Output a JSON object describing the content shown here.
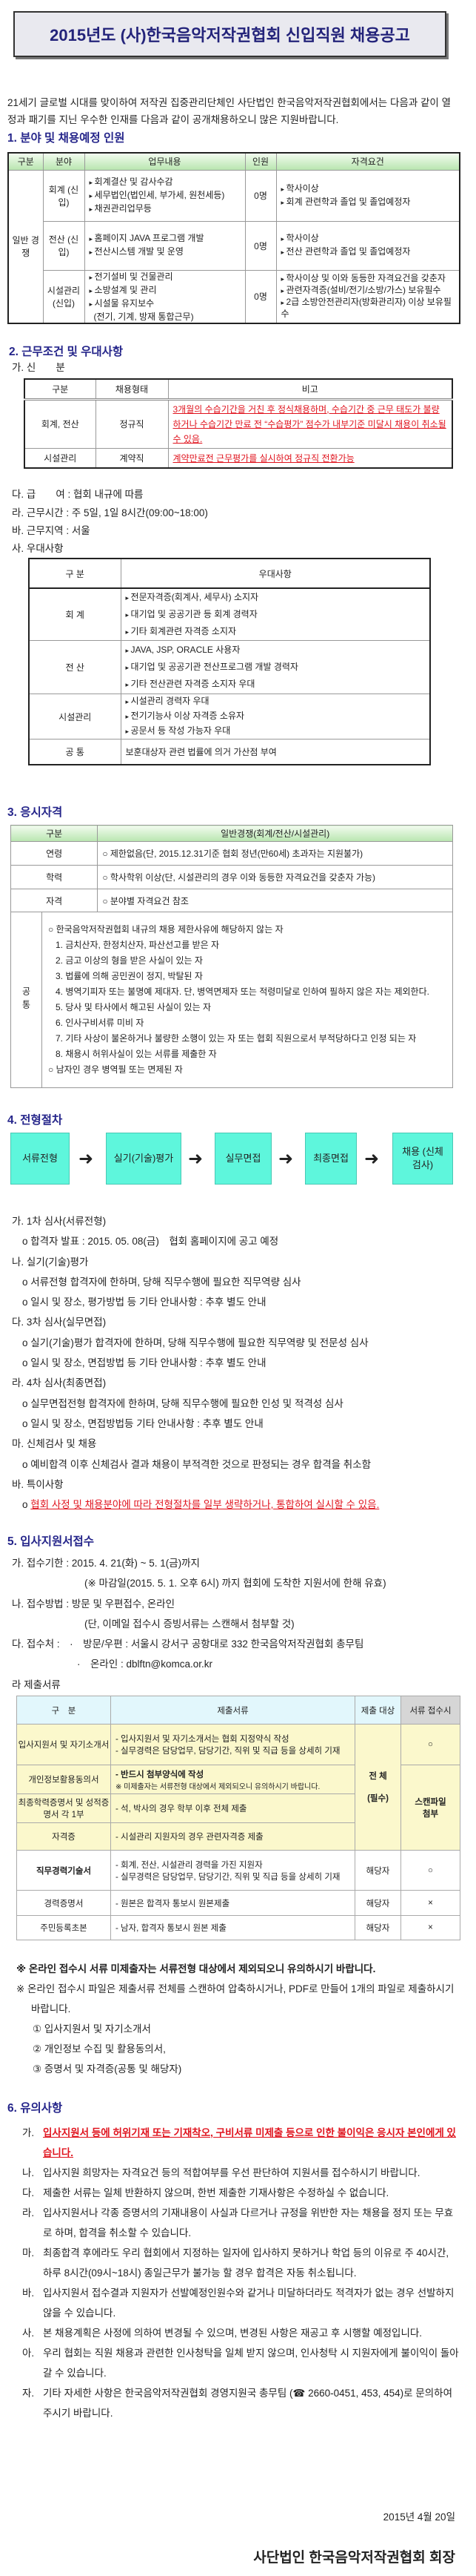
{
  "title": "2015년도 (사)한국음악저작권협회 신입직원 채용공고",
  "intro": "21세기 글로벌 시대를 맞이하여 저작권 집중관리단체인 사단법인 한국음악저작권협회에서는 다음과 같이 열정과 패기를 지닌 우수한 인재를 다음과 같이 공개채용하오니 많은 지원바랍니다.",
  "s1": {
    "heading": "1. 분야 및 채용예정 인원",
    "headers": [
      "구분",
      "분야",
      "업무내용",
      "인원",
      "자격요건"
    ],
    "group": "일반 경쟁",
    "rows": [
      {
        "field": "회계 (신입)",
        "duties": [
          "회계결산 및 감사수감",
          "세무법인(법인세, 부가세, 원천세등)",
          "채권관리업무등"
        ],
        "count": "0명",
        "req": [
          "학사이상",
          "회계 관련학과 졸업 및 졸업예정자"
        ]
      },
      {
        "field": "전산 (신입)",
        "duties": [
          "홈페이지 JAVA 프로그램 개발",
          "전산시스템 개발 및 운영"
        ],
        "count": "0명",
        "req": [
          "학사이상",
          "전산 관련학과 졸업 및 졸업예정자"
        ]
      },
      {
        "field": "시설관리 (신입)",
        "duties": [
          "전기설비 및 건물관리",
          "소방설계 및 관리",
          "시설물 유지보수"
        ],
        "duty_note": "(전기, 기계, 방재 통합근무)",
        "count": "0명",
        "req": [
          "학사이상 및 이와 동등한 자격요건을 갖춘자",
          "관련자격증(설비/전기/소방/가스) 보유필수",
          "2급 소방안전관리자(방화관리자) 이상 보유필수"
        ]
      }
    ]
  },
  "s2": {
    "heading": "2. 근무조건 및 우대사항",
    "a": "가. 신　　분",
    "headers": [
      "구분",
      "채용형태",
      "비고"
    ],
    "rows": [
      {
        "div": "회계, 전산",
        "type": "정규직",
        "note": "3개월의 수습기간을 거친 후 정식채용하며, 수습기간 중 근무 태도가 불량하거나 수습기간 만료 전 “수습평가” 점수가 내부기준 미달시 채용이 취소될 수 있음."
      },
      {
        "div": "시설관리",
        "type": "계약직",
        "note": "계약만료전 근무평가를 실시하여 정규직 전환가능"
      }
    ],
    "pay": "다. 급　　여 : 협회 내규에 따름",
    "hours": "라. 근무시간 : 주 5일, 1일 8시간(09:00~18:00)",
    "place": "바. 근무지역 : 서울",
    "pref_label": "사. 우대사항",
    "pref_headers": [
      "구 분",
      "우대사항"
    ],
    "pref": [
      {
        "div": "회 계",
        "items": [
          "전문자격증(회계사, 세무사) 소지자",
          "대기업 및 공공기관 등 회계 경력자",
          "기타 회계관련 자격증 소지자"
        ]
      },
      {
        "div": "전 산",
        "items": [
          "JAVA, JSP, ORACLE 사용자",
          "대기업 및 공공기관 전산프로그램 개발 경력자",
          "기타 전산관련 자격증 소지자 우대"
        ]
      },
      {
        "div": "시설관리",
        "items": [
          "시설관리 경력자 우대",
          "전기기능사 이상 자격증 소유자",
          "공문서 등 작성 가능자 우대"
        ]
      },
      {
        "div": "공 통",
        "text": "보훈대상자 관련 법률에 의거 가산점 부여"
      }
    ]
  },
  "s3": {
    "heading": "3. 응시자격",
    "headers": [
      "구분",
      "일반경쟁(회계/전산/시설관리)"
    ],
    "rows": [
      {
        "div": "연령",
        "text": "○ 제한없음(단, 2015.12.31기준 협회 정년(만60세) 초과자는 지원불가)"
      },
      {
        "div": "학력",
        "text": "○ 학사학위 이상(단, 시설관리의 경우 이와 동등한 자격요건을 갖춘자 가능)"
      },
      {
        "div": "자격",
        "text": "○ 분야별 자격요건 참조"
      }
    ],
    "common_label": "공통",
    "common_intro": "○ 한국음악저작권협회 내규의 채용 제한사유에 해당하지 않는 자",
    "common_items": [
      "1. 금치산자, 한정치산자, 파산선고를 받은 자",
      "2. 금고 이상의 형을 받은 사실이 있는 자",
      "3. 법률에 의해 공민권이 정지, 박탈된 자",
      "4. 병역기피자 또는 불명예 제대자. 단, 병역면제자 또는 적령미달로 인하여 필하지 않은 자는 제외한다.",
      "5. 당사 및 타사에서 해고된 사실이 있는 자",
      "6. 인사구비서류 미비 자",
      "7. 기타 사상이 불온하거나 불량한 소행이 있는 자 또는 협회 직원으로서 부적당하다고 인정 되는 자",
      "8. 채용시 허위사실이 있는 서류를 제출한 자"
    ],
    "common_last": "○ 남자인 경우 병역필 또는 면제된 자"
  },
  "s4": {
    "heading": "4. 전형절차",
    "steps": [
      "서류전형",
      "실기(기술)평가",
      "실무면접",
      "최종면접",
      "채용 (신체검사)"
    ],
    "lines": [
      {
        "t": "가. 1차 심사(서류전형)",
        "k": "h"
      },
      {
        "t": "o 합격자 발표 : 2015. 05. 08(금)　협회 홈페이지에 공고 예정",
        "k": "o"
      },
      {
        "t": "나. 실기(기술)평가",
        "k": "h"
      },
      {
        "t": "o 서류전형 합격자에 한하며, 당해 직무수행에 필요한 직무역량 심사",
        "k": "o"
      },
      {
        "t": "o 일시 및 장소, 평가방법 등 기타 안내사항 : 추후 별도 안내",
        "k": "o"
      },
      {
        "t": "다. 3차 심사(실무면접)",
        "k": "h"
      },
      {
        "t": "o 실기(기술)평가 합격자에 한하며, 당해 직무수행에 필요한 직무역량 및 전문성 심사",
        "k": "o"
      },
      {
        "t": "o 일시 및 장소, 면접방법 등 기타 안내사항 : 추후 별도 안내",
        "k": "o"
      },
      {
        "t": "라. 4차 심사(최종면접)",
        "k": "h"
      },
      {
        "t": "o 실무면접전형 합격자에 한하며, 당해 직무수행에 필요한 인성 및 적격성 심사",
        "k": "o"
      },
      {
        "t": "o 일시 및 장소, 면접방법등 기타 안내사항 : 추후 별도 안내",
        "k": "o"
      },
      {
        "t": "마. 신체검사 및 채용",
        "k": "h"
      },
      {
        "t": "o 예비합격 이후 신체검사 결과 채용이 부적격한 것으로 판정되는 경우 합격을 취소함",
        "k": "o"
      },
      {
        "t": "바. 특이사항",
        "k": "h"
      }
    ],
    "special": "협회 사정 및 채용분야에 따라 전형절차를 일부 생략하거나, 통합하여 실시할 수 있음.",
    "special_bullet": "o"
  },
  "s5": {
    "heading": "5. 입사지원서접수",
    "deadline": "가. 접수기한 : 2015. 4. 21(화) ~ 5. 1(금)까지",
    "deadline_note": "(※ 마감일(2015. 5. 1. 오후 6시) 까지 협회에 도착한 지원서에 한해 유효)",
    "method": "나. 접수방법 : 방문 및 우편접수, 온라인",
    "method_note": "(단, 이메일 접수시 증빙서류는 스캔해서 첨부할 것)",
    "place": "다. 접수처 :　·　방문/우편 : 서울시 강서구 공항대로 332 한국음악저작권협회 총무팀",
    "online": "·　온라인 : dblftn@komca.or.kr",
    "docs_label": "라 제출서류",
    "headers": [
      "구　분",
      "제출서류",
      "제출 대상",
      "서류 접수시"
    ],
    "target_all": "전 체 (필수)",
    "scan": "스캔파일 첨부",
    "rows": [
      {
        "div": "입사지원서 및 자기소개서",
        "lines": [
          "- 입사지원서 및 자기소개서는 협회 지정약식 작성",
          "- 실무경력은 담당업무, 담당기간, 직위 및 직급 등을 상세히 기재"
        ],
        "mark": "○"
      },
      {
        "div": "개인정보활용동의서",
        "lines": [
          "- 반드시 첨부양식에 작성",
          "※ 미제출자는 서류전형 대상에서 제외되오니 유의하시기 바랍니다."
        ]
      },
      {
        "div": "최종학력증명서 및 성적증명서 각 1부",
        "lines": [
          "- 석, 박사의 경우 학부 이후 전체 제출"
        ]
      },
      {
        "div": "자격증",
        "lines": [
          "- 시설관리 지원자의 경우 관련자격증 제출"
        ]
      },
      {
        "div": "직무경력기술서",
        "lines": [
          "- 회계, 전산, 시설관리 경력을 가진 지원자",
          "- 실무경력은 담당업무, 담당기간, 직위 및 직급 등을 상세히 기재"
        ],
        "target": "해당자",
        "mark": "○"
      },
      {
        "div": "경력증명서",
        "lines": [
          "- 원본은 합격자 통보시 원본제출"
        ],
        "target": "해당자",
        "mark": "×"
      },
      {
        "div": "주민등록초본",
        "lines": [
          "- 남자, 합격자 통보시 원본 제출"
        ],
        "target": "해당자",
        "mark": "×"
      }
    ],
    "note1": "※ 온라인 접수시 서류 미제출자는 서류전형 대상에서 제외되오니 유의하시기 바랍니다.",
    "note2": "※ 온라인 접수시 파일은 제출서류 전체를 스캔하여 압축하시거나, PDF로 만들어 1개의 파일로 제출하시기 바랍니다.",
    "files": [
      "① 입사지원서 및 자기소개서",
      "② 개인정보 수집 및 활용동의서,",
      "③ 증명서 및 자격증(공통 및 해당자)"
    ]
  },
  "s6": {
    "heading": "6. 유의사항",
    "items": [
      {
        "m": "가.",
        "t": "입사지원서 등에 허위기재 또는 기재착오, 구비서류 미제출 등으로 인한 불이익은 응시자 본인에게 있습니다.",
        "red": true
      },
      {
        "m": "나.",
        "t": "입사지원 희망자는 자격요건 등의 적합여부를 우선 판단하여 지원서를 접수하시기 바랍니다."
      },
      {
        "m": "다.",
        "t": "제출한 서류는 일체 반환하지 않으며, 한번 제출한 기재사항은 수정하실 수 없습니다."
      },
      {
        "m": "라.",
        "t": "입사지원서나 각종 증명서의 기재내용이 사실과 다르거나 규정을 위반한 자는 채용을 정지 또는 무효로 하며, 합격을 취소할 수 있습니다."
      },
      {
        "m": "마.",
        "t": "최종합격 후에라도 우리 협회에서 지정하는 일자에 입사하지 못하거나 학업 등의 이유로 주 40시간, 하루 8시간(09시~18시) 종일근무가 불가능 할 경우 합격은 자동 취소됩니다."
      },
      {
        "m": "바.",
        "t": "입사지원서 접수결과 지원자가 선발예정인원수와 같거나 미달하더라도 적격자가 없는 경우 선발하지 않을 수 있습니다."
      },
      {
        "m": "사.",
        "t": "본 채용계획은 사정에 의하여 변경될 수 있으며, 변경된 사항은 재공고 후 시행할 예정입니다."
      },
      {
        "m": "아.",
        "t": "우리 협회는 직원 채용과 관련한 인사청탁을 일체 받지 않으며, 인사청탁 시 지원자에게 불이익이 돌아갈 수 있습니다."
      },
      {
        "m": "자.",
        "t": "기타 자세한 사항은 한국음악저작권협회 경영지원국 총무팀 (☎ 2660-0451, 453, 454)로 문의하여 주시기 바랍니다."
      }
    ]
  },
  "date": "2015년 4월 20일",
  "signature": "사단법인 한국음악저작권협회 회장",
  "colors": {
    "heading": "#25258a",
    "red": "#e0141e",
    "flow": "#5ef6dc"
  }
}
